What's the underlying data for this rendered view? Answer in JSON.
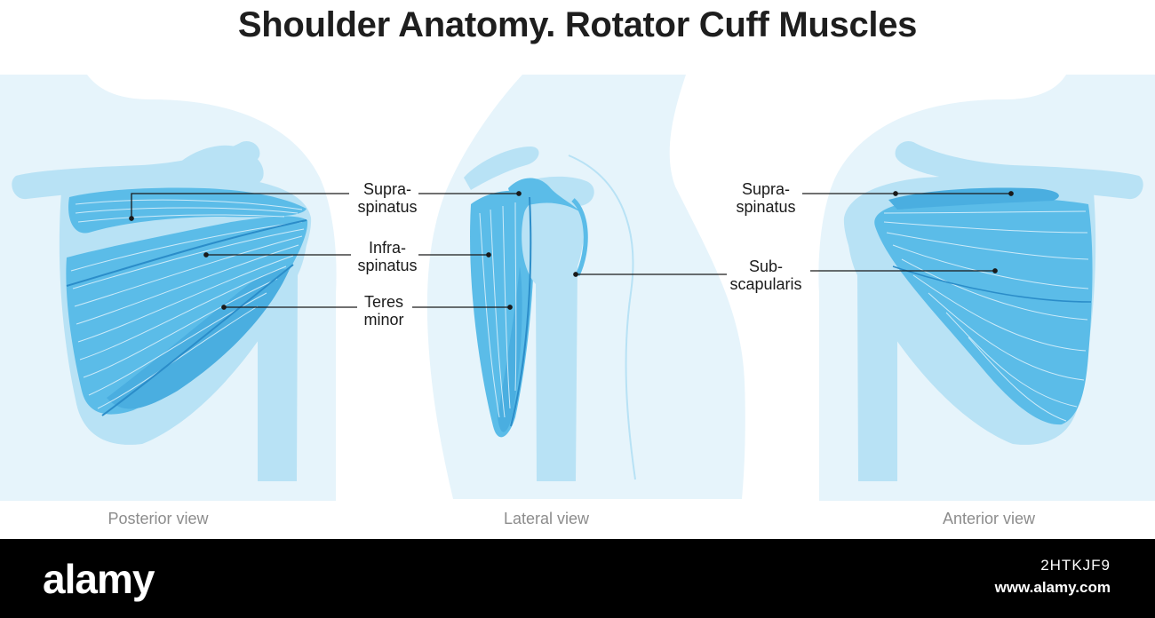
{
  "title": "Shoulder Anatomy. Rotator Cuff Muscles",
  "colors": {
    "background_panel": "#e6f4fb",
    "bone": "#b8e2f5",
    "muscle": "#5bbce8",
    "muscle_dark": "#2b8dc9",
    "fiber": "#d9f0fb",
    "leader_line": "#1a1a1a"
  },
  "labels": {
    "supraspinatus_posterior": [
      "Supra-",
      "spinatus"
    ],
    "infraspinatus": [
      "Infra-",
      "spinatus"
    ],
    "teres_minor": [
      "Teres",
      "minor"
    ],
    "supraspinatus_anterior": [
      "Supra-",
      "spinatus"
    ],
    "subscapularis": [
      "Sub-",
      "scapularis"
    ]
  },
  "views": {
    "posterior": "Posterior view",
    "lateral": "Lateral view",
    "anterior": "Anterior view"
  },
  "footer": {
    "logo": "alamy",
    "image_id": "2HTKJF9",
    "website": "www.alamy.com"
  }
}
